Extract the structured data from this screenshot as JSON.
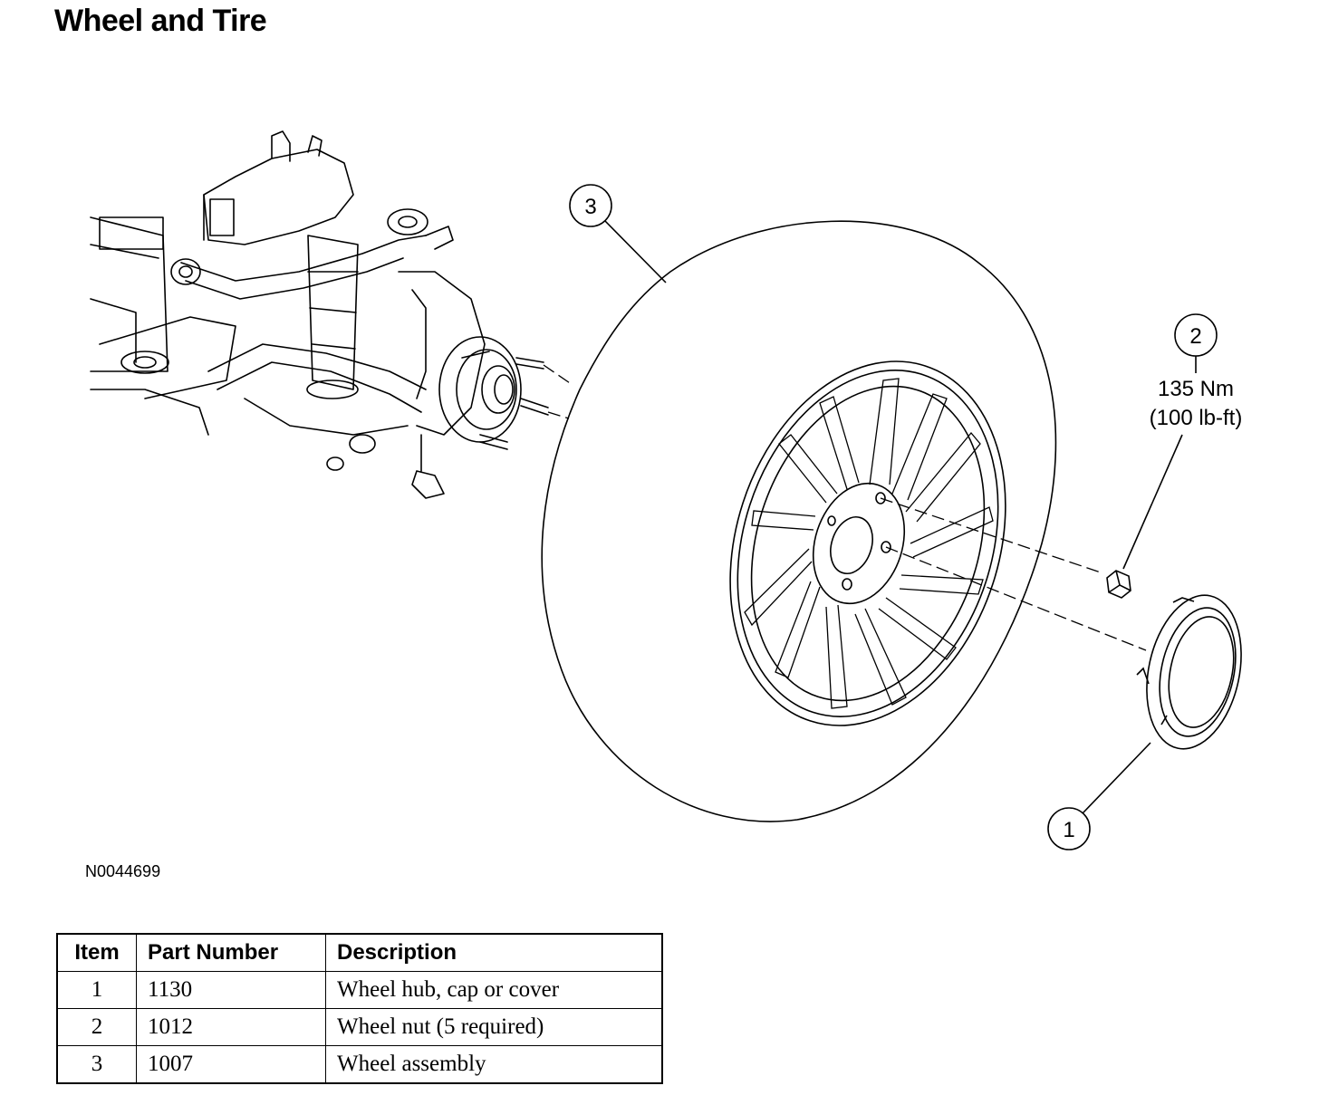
{
  "title": "Wheel and Tire",
  "figure_id": "N0044699",
  "callouts": [
    {
      "number": "1",
      "name": "Wheel hub, cap or cover"
    },
    {
      "number": "2",
      "name": "Wheel nut"
    },
    {
      "number": "3",
      "name": "Wheel assembly"
    }
  ],
  "torque_spec": {
    "metric": "135 Nm",
    "imperial": "(100 lb-ft)"
  },
  "table": {
    "headers": [
      "Item",
      "Part Number",
      "Description"
    ],
    "rows": [
      {
        "item": "1",
        "part_number": "1130",
        "description": "Wheel hub, cap or cover"
      },
      {
        "item": "2",
        "part_number": "1012",
        "description": "Wheel nut (5 required)"
      },
      {
        "item": "3",
        "part_number": "1007",
        "description": "Wheel assembly"
      }
    ]
  }
}
